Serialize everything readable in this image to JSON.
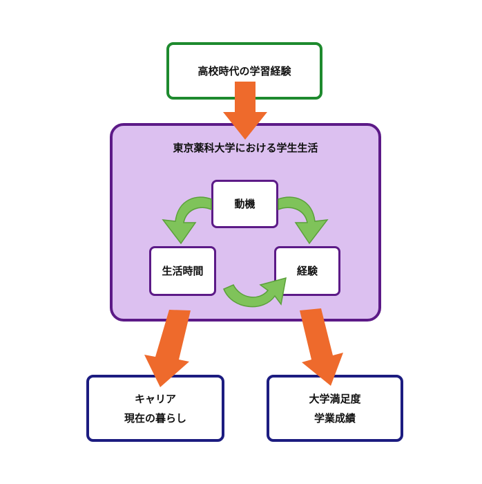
{
  "nodes": {
    "high_school": "高校時代の学習経験",
    "university_life": "東京薬科大学における学生生活",
    "motivation": "動機",
    "life_time": "生活時間",
    "experience": "経験",
    "career_line1": "キャリア",
    "career_line2": "現在の暮らし",
    "academic_line1": "大学満足度",
    "academic_line2": "学業成績"
  },
  "colors": {
    "top_border": "#1e8a2e",
    "panel_fill": "#dcc0f0",
    "panel_border": "#5c1a87",
    "bottom_border": "#1c1c80",
    "orange_arrow": "#ee6a2c",
    "green_arrow": "#7fc35a"
  }
}
